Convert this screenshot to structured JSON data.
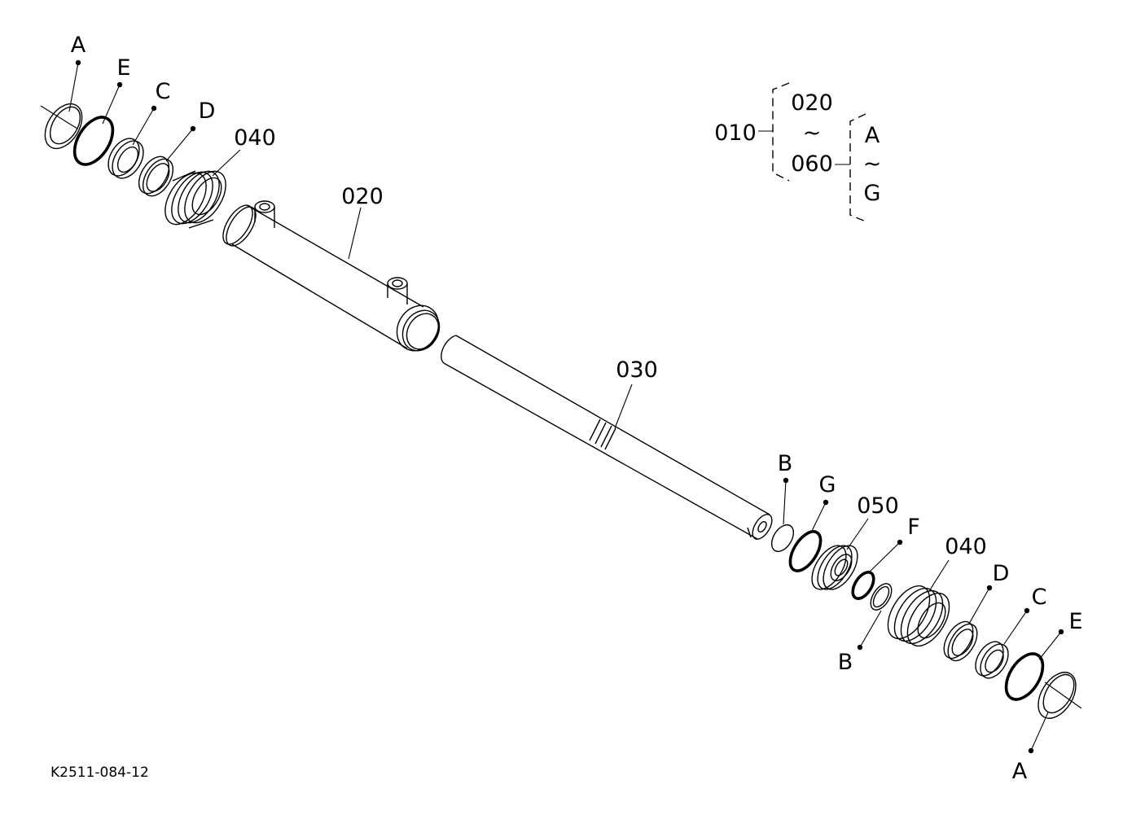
{
  "diagram": {
    "callouts": {
      "ring_a_top": "A",
      "oring_e_top": "E",
      "ring_c_top": "C",
      "ring_d_top": "D",
      "head_040_top": "040",
      "tube_020": "020",
      "rod_030": "030",
      "ring_b_upper": "B",
      "oring_g": "G",
      "piston_050": "050",
      "ring_f": "F",
      "head_040_bottom": "040",
      "ring_b_lower": "B",
      "ring_d_bottom": "D",
      "ring_c_bottom": "C",
      "oring_e_bottom": "E",
      "ring_a_bottom": "A"
    },
    "legend": {
      "assembly": "010",
      "range_start": "020",
      "range_tilde": "~",
      "range_end": "060",
      "kit_start": "A",
      "kit_tilde": "~",
      "kit_end": "G"
    },
    "drawing_code": "K2511-084-12"
  }
}
